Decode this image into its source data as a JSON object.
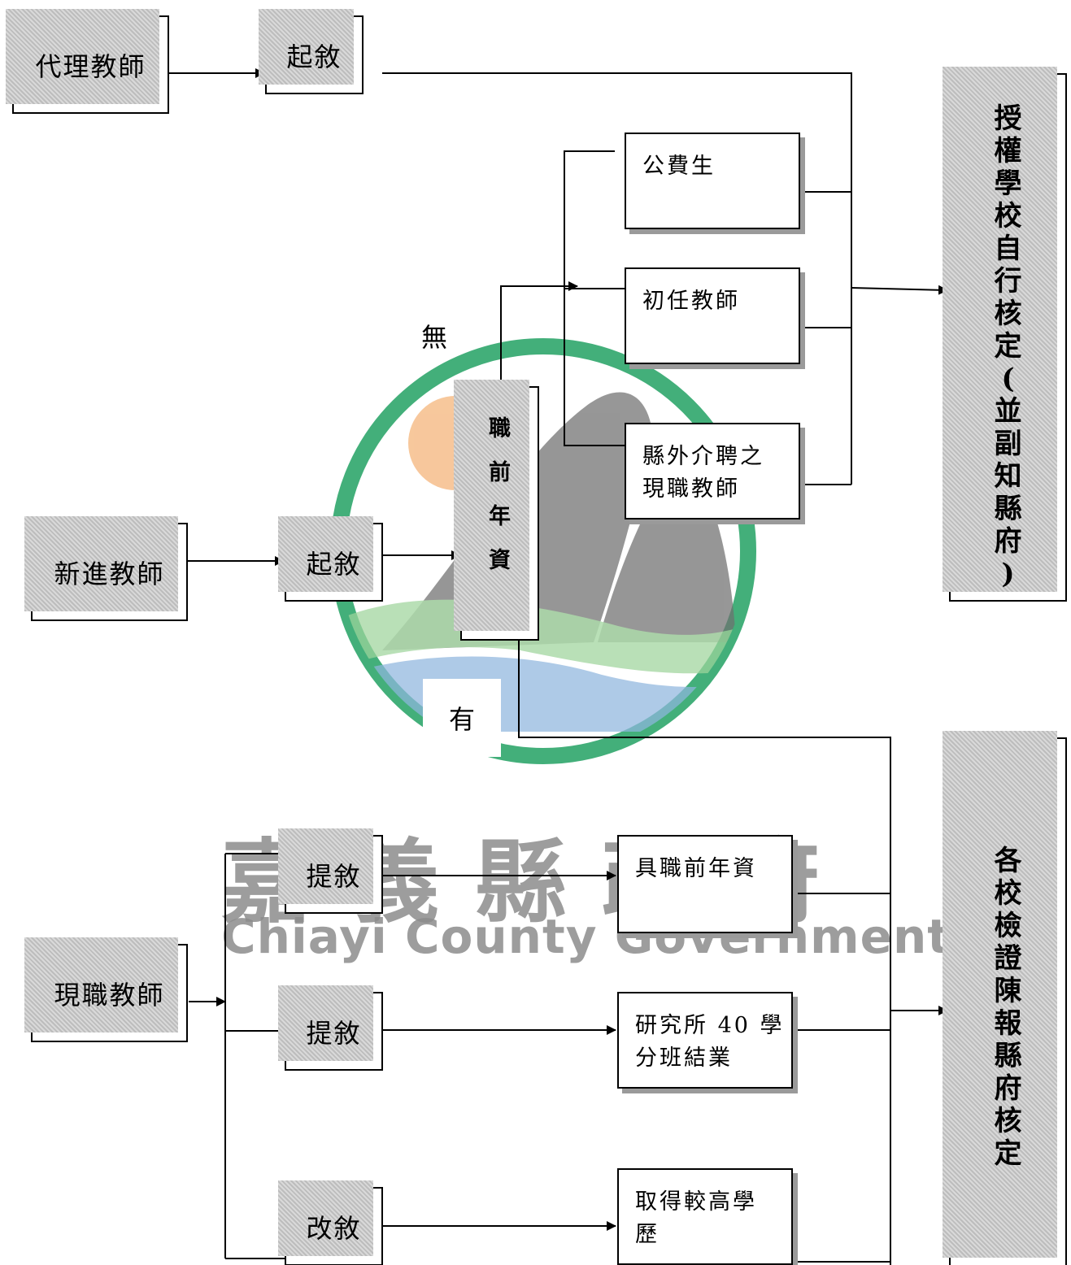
{
  "watermark": {
    "org_name": "嘉義縣政府",
    "org_name_en": "Chiayi County Government",
    "colors": {
      "ring": "#2fa66b",
      "sun": "#f2a25a",
      "mountain": "#6e6e6e",
      "wave_green": "#9fd39b",
      "wave_blue": "#8fb6de",
      "text": "#8c8c8c"
    }
  },
  "nodes": {
    "substitute_teacher": "代理教師",
    "appoint_1": "起敘",
    "public_student": "公費生",
    "first_time_teacher": "初任教師",
    "outside_county_teacher_1": "縣外介聘之",
    "outside_county_teacher_2": "現職教師",
    "pre_service_seniority": [
      "職",
      "前",
      "年",
      "資"
    ],
    "new_teacher": "新進教師",
    "appoint_2": "起敘",
    "school_authorized": [
      "授",
      "權",
      "學",
      "校",
      "自",
      "行",
      "核",
      "定",
      "(",
      "並",
      "副",
      "知",
      "縣",
      "府",
      ")"
    ],
    "current_teacher": "現職教師",
    "raise_1": "提敘",
    "raise_2": "提敘",
    "re_grade": "改敘",
    "has_pre_service": "具職前年資",
    "grad_credit_1": "研究所 40 學",
    "grad_credit_2": "分班結業",
    "higher_degree_1": "取得較高學",
    "higher_degree_2": "歷",
    "county_approve": [
      "各",
      "校",
      "檢",
      "證",
      "陳",
      "報",
      "縣",
      "府",
      "核",
      "定"
    ]
  },
  "edge_labels": {
    "none": "無",
    "has": "有"
  }
}
